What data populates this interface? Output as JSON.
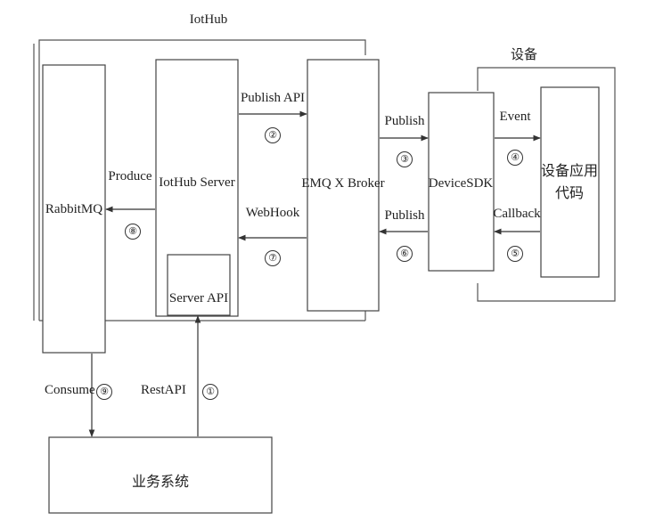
{
  "groups": {
    "iothub": "IotHub",
    "device": "设备"
  },
  "nodes": {
    "rabbitmq": "RabbitMQ",
    "iothub_server": "IotHub Server",
    "server_api": "Server API",
    "emqx_broker": "EMQ X Broker",
    "device_sdk": "DeviceSDK",
    "device_app_line1": "设备应用",
    "device_app_line2": "代码",
    "business_system": "业务系统"
  },
  "edges": {
    "publish_api": {
      "label": "Publish API",
      "step": "②"
    },
    "publish_to_sdk": {
      "label": "Publish",
      "step": "③"
    },
    "event": {
      "label": "Event",
      "step": "④"
    },
    "callback": {
      "label": "Callback",
      "step": "⑤"
    },
    "publish_to_broker": {
      "label": "Publish",
      "step": "⑥"
    },
    "webhook": {
      "label": "WebHook",
      "step": "⑦"
    },
    "produce": {
      "label": "Produce",
      "step": "⑧"
    },
    "consume": {
      "label": "Consume",
      "step": "⑨"
    },
    "rest_api": {
      "label": "RestAPI",
      "step": "①"
    }
  }
}
